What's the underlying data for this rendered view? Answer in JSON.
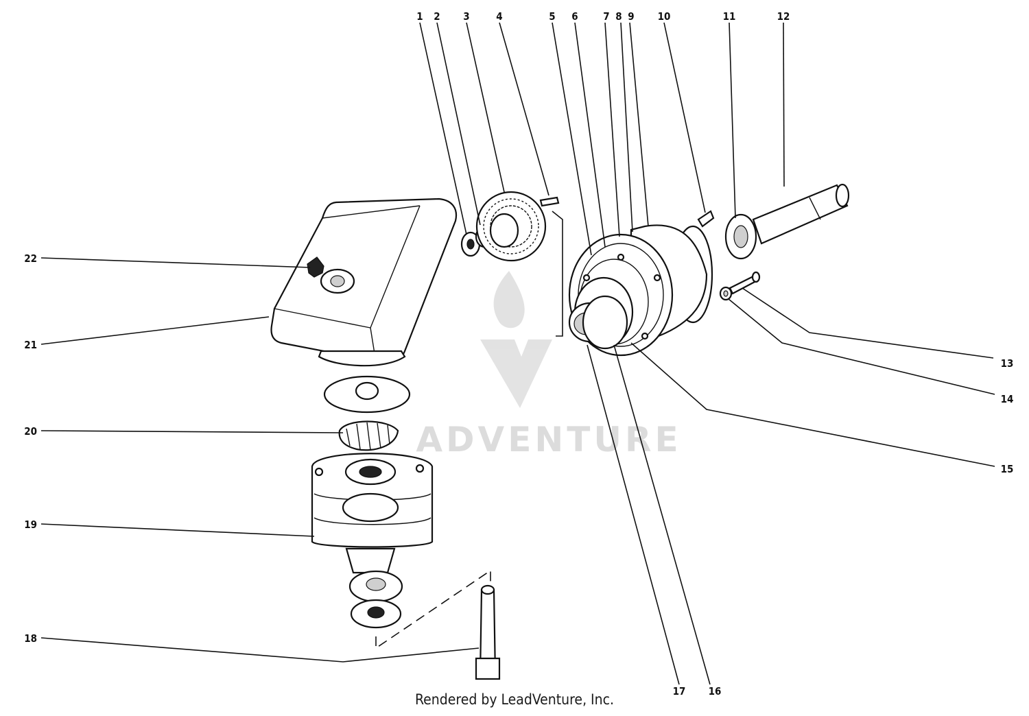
{
  "watermark": {
    "text": "ADVENTURE"
  },
  "credit": "Rendered by LeadVenture, Inc.",
  "callouts": {
    "c1": "1",
    "c2": "2",
    "c3": "3",
    "c4": "4",
    "c5": "5",
    "c6": "6",
    "c7": "7",
    "c8": "8",
    "c9": "9",
    "c10": "10",
    "c11": "11",
    "c12": "12",
    "c13": "13",
    "c14": "14",
    "c15": "15",
    "c16": "16",
    "c17": "17",
    "c18": "18",
    "c19": "19",
    "c20": "20",
    "c21": "21",
    "c22": "22"
  }
}
